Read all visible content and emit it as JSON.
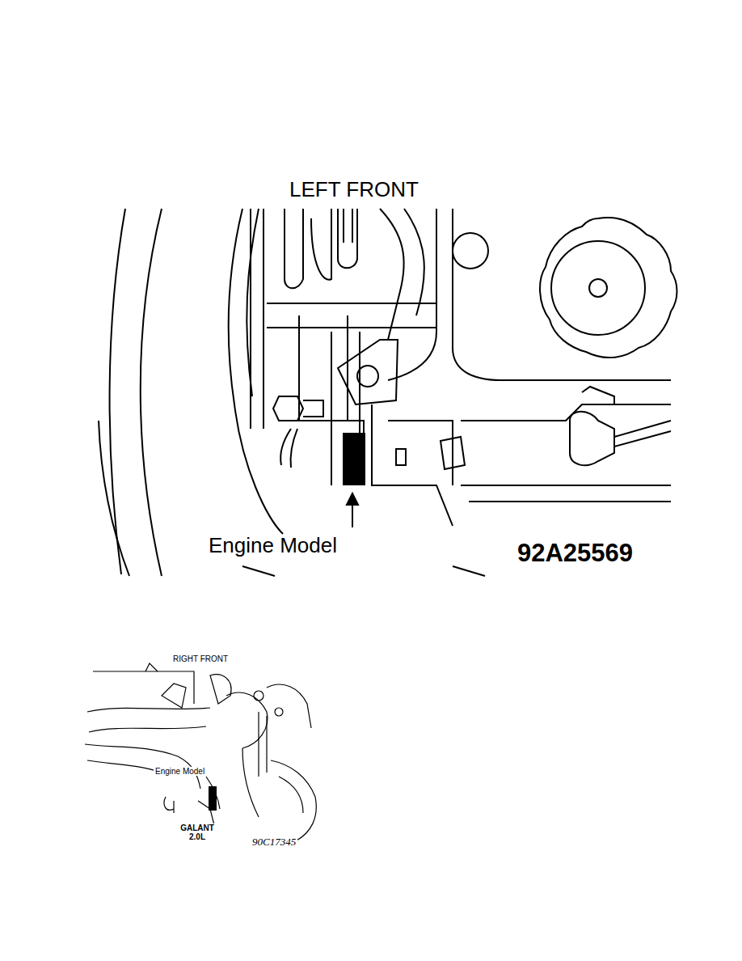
{
  "diagram": {
    "labels": [
      "LEFT FRONT",
      "Engine Model",
      "92A25569",
      "RIGHT FRONT",
      "Engine Model",
      "GALANT 2.0L",
      "90C17345"
    ]
  }
}
